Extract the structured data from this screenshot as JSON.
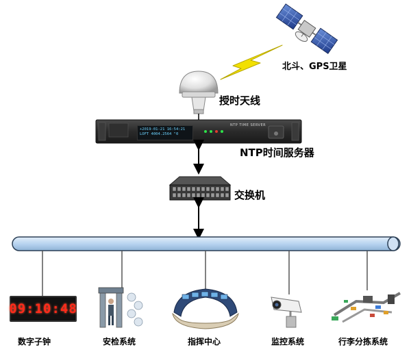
{
  "labels": {
    "satellite": "北斗、GPS卫星",
    "antenna": "授时天线",
    "server": "NTP时间服务器",
    "switch": "交换机"
  },
  "server_screen": {
    "line1": "+2019-01-21 16:54:21",
    "line2": "LOFT 4004.2564 \"0"
  },
  "server_title": "NTP TIME SERVER",
  "clock_display": "09:10:48",
  "devices": [
    {
      "label": "数字子钟"
    },
    {
      "label": "安检系统"
    },
    {
      "label": "指挥中心"
    },
    {
      "label": "监控系统"
    },
    {
      "label": "行李分拣系统"
    }
  ],
  "colors": {
    "bus_fill": "#b8d4f0",
    "bus_stroke": "#2b3f55",
    "lightning": "#f2e000",
    "clock_digits": "#ff2a1a",
    "server_body": "#2a2a2a"
  }
}
